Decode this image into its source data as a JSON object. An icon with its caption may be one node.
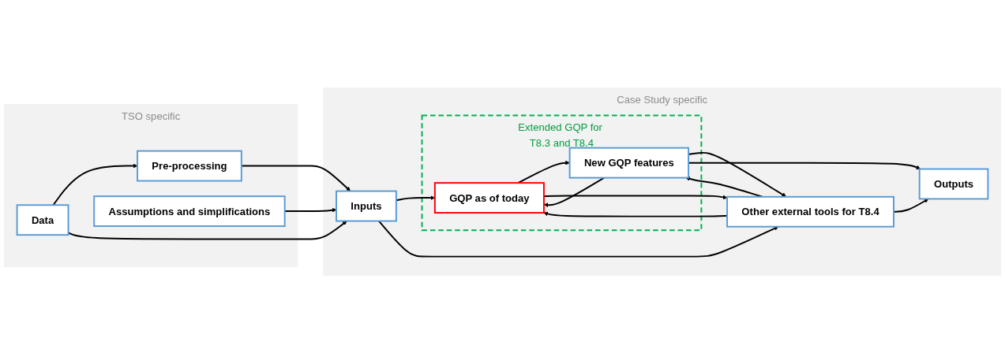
{
  "diagram": {
    "nodes": [
      {
        "text": [
          "TSO specific"
        ]
      },
      {
        "text": [
          "Data"
        ],
        "in": 0
      },
      {
        "text": [
          "Pre-processing"
        ],
        "in": 0
      },
      {
        "text": [
          "Assumptions and simplifications"
        ],
        "in": 0
      },
      {
        "text": [
          "Case Study specific"
        ]
      },
      {
        "text": [
          "Inputs"
        ],
        "in": 4
      },
      {
        "text": [
          "Extended GQP for T8.3 and T8.4"
        ],
        "in": 4
      },
      {
        "text": [
          "GQP as of today"
        ],
        "in": 6
      },
      {
        "text": [
          "New GQP features"
        ],
        "in": 6
      },
      {
        "text": [
          "Other external tools for T8.4"
        ],
        "in": 4
      },
      {
        "text": [
          "Outputs"
        ],
        "in": 4
      }
    ],
    "edges": [
      {
        "from": 1,
        "to": 2,
        "arrow": "to"
      },
      {
        "from": 2,
        "to": 5,
        "arrow": "to"
      },
      {
        "from": 1,
        "to": 5,
        "arrow": "to"
      },
      {
        "from": 3,
        "to": 5,
        "arrow": "to"
      },
      {
        "from": 5,
        "to": 7,
        "arrow": "to"
      },
      {
        "from": 5,
        "to": 9,
        "arrow": "to"
      },
      {
        "from": 7,
        "to": 8,
        "arrow": "to"
      },
      {
        "from": 8,
        "to": 7,
        "arrow": "to"
      },
      {
        "from": 9,
        "to": 7,
        "arrow": "to"
      },
      {
        "from": 7,
        "to": 9,
        "arrow": "to"
      },
      {
        "from": 9,
        "to": 8,
        "arrow": "to"
      },
      {
        "from": 8,
        "to": 9,
        "arrow": "to"
      },
      {
        "from": 8,
        "to": 10,
        "arrow": "to"
      },
      {
        "from": 9,
        "to": 10,
        "arrow": "to"
      }
    ]
  }
}
